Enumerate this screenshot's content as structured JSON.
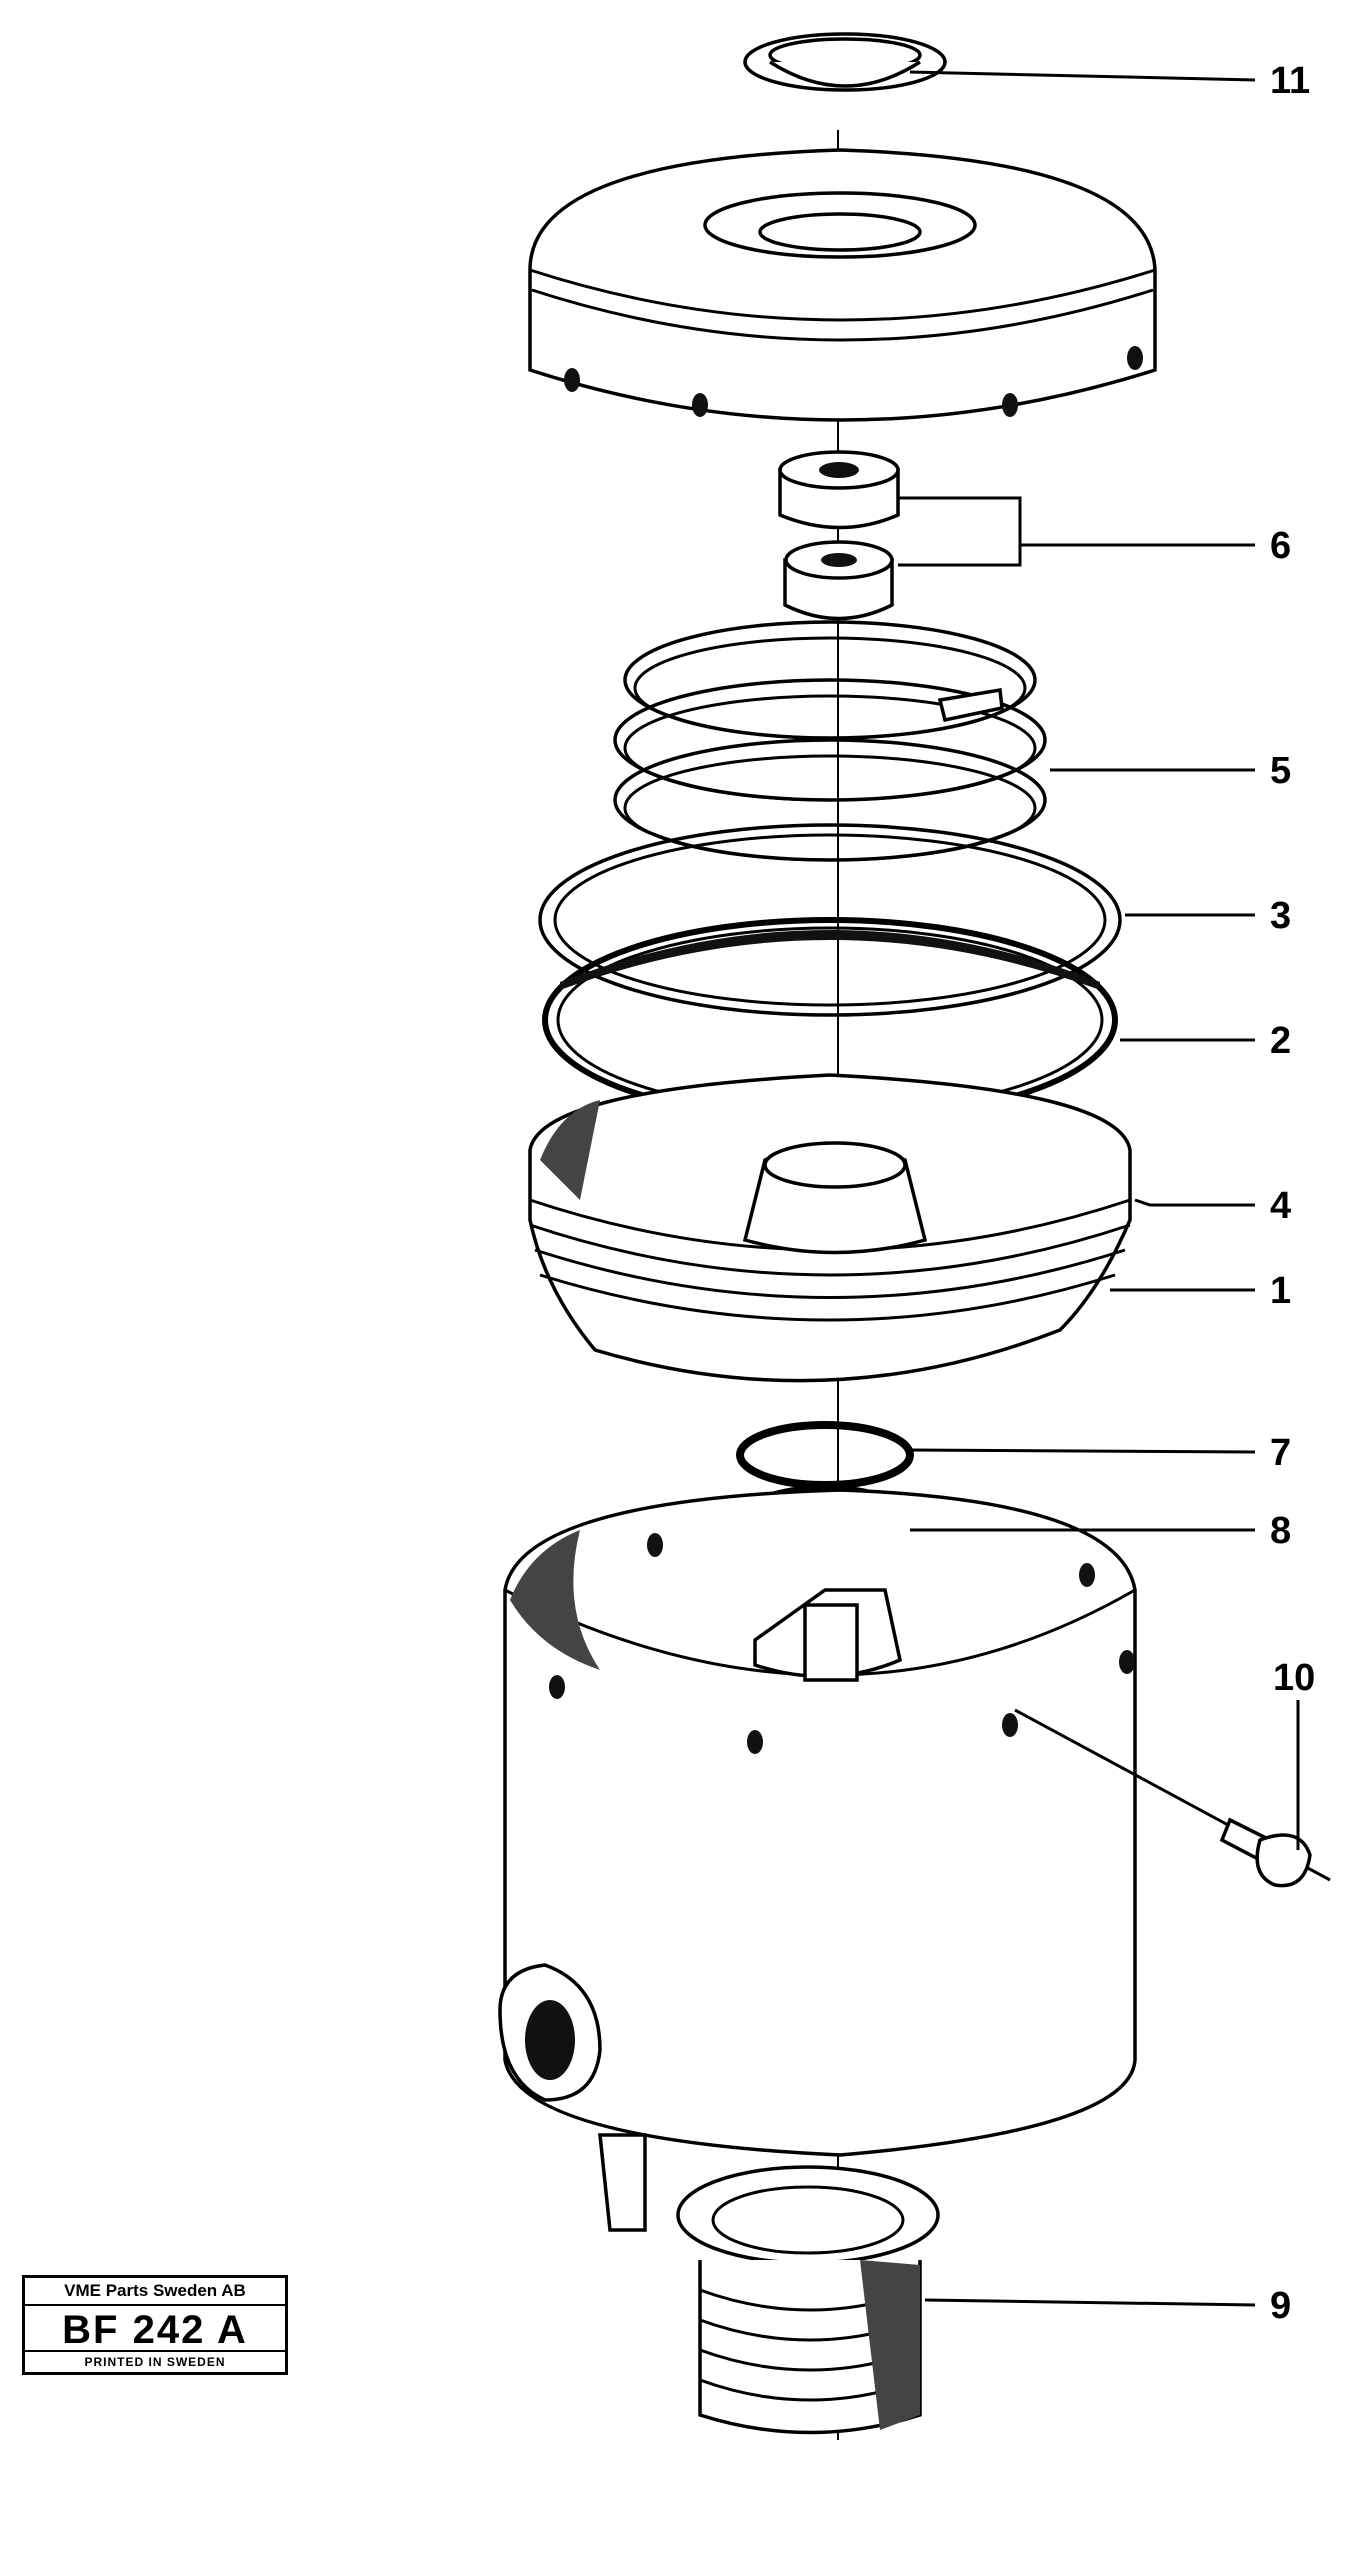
{
  "callouts": [
    "11",
    "6",
    "5",
    "3",
    "2",
    "4",
    "1",
    "7",
    "8",
    "10",
    "9"
  ],
  "title_block": {
    "company": "VME Parts Sweden AB",
    "code": "BF 242 A",
    "printed": "PRINTED IN SWEDEN"
  }
}
